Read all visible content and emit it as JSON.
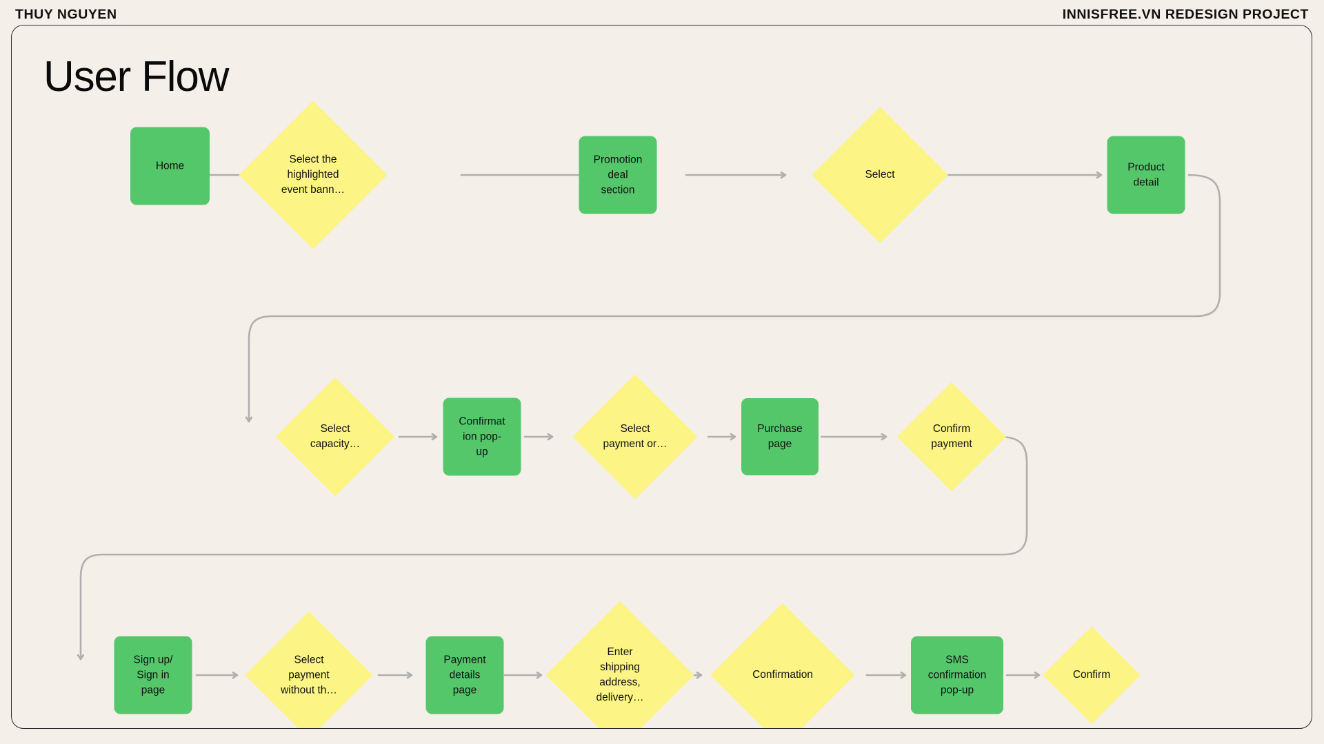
{
  "header": {
    "left": "THUY NGUYEN",
    "right": "INNISFREE.VN REDESIGN PROJECT"
  },
  "page": {
    "title": "User Flow"
  },
  "colors": {
    "background": "#F4EFE8",
    "process_node": "#55C76B",
    "decision_node": "#FCF485",
    "connector": "#AFAFAF",
    "frame_border": "#2A2A2A",
    "text": "#111111"
  },
  "flow": {
    "rows": [
      {
        "name": "row-1",
        "nodes": [
          {
            "id": "home",
            "label": "Home",
            "type": "process"
          },
          {
            "id": "select-banner",
            "label": "Select the\nhighlighted\nevent bann…",
            "type": "decision"
          },
          {
            "id": "promotion-deal",
            "label": "Promotion\ndeal\nsection",
            "type": "process"
          },
          {
            "id": "select",
            "label": "Select",
            "type": "decision"
          },
          {
            "id": "product-detail",
            "label": "Product\ndetail",
            "type": "process"
          }
        ]
      },
      {
        "name": "row-2",
        "nodes": [
          {
            "id": "select-capacity",
            "label": "Select\ncapacity…",
            "type": "decision"
          },
          {
            "id": "confirmation-popup",
            "label": "Confirmat\nion pop-\nup",
            "type": "process"
          },
          {
            "id": "select-payment-or",
            "label": "Select\npayment or…",
            "type": "decision"
          },
          {
            "id": "purchase-page",
            "label": "Purchase\npage",
            "type": "process"
          },
          {
            "id": "confirm-payment",
            "label": "Confirm\npayment",
            "type": "decision"
          }
        ]
      },
      {
        "name": "row-3",
        "nodes": [
          {
            "id": "signup-signin",
            "label": "Sign up/\nSign in\npage",
            "type": "process"
          },
          {
            "id": "select-payment-without",
            "label": "Select\npayment\nwithout th…",
            "type": "decision"
          },
          {
            "id": "payment-details",
            "label": "Payment\ndetails\npage",
            "type": "process"
          },
          {
            "id": "enter-shipping",
            "label": "Enter\nshipping\naddress,\ndelivery…",
            "type": "decision"
          },
          {
            "id": "confirmation",
            "label": "Confirmation",
            "type": "decision"
          },
          {
            "id": "sms-confirmation",
            "label": "SMS\nconfirmation\npop-up",
            "type": "process"
          },
          {
            "id": "confirm",
            "label": "Confirm",
            "type": "decision"
          }
        ]
      }
    ]
  }
}
